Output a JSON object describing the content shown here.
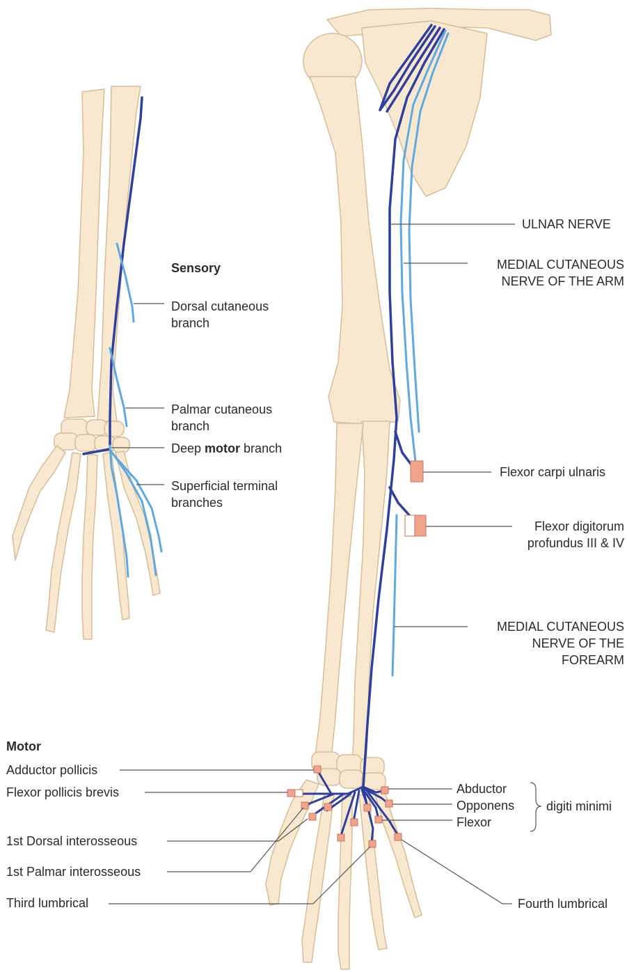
{
  "colors": {
    "bone": "#f8e8cf",
    "bone_edge": "#d8bd96",
    "nerve_dark": "#2f3f9e",
    "nerve_light": "#5fa8e0",
    "muscle": "#f2a48a",
    "leader": "#555555"
  },
  "sensory": {
    "heading": "Sensory",
    "dorsal": [
      "Dorsal cutaneous",
      "branch"
    ],
    "palmar": [
      "Palmar cutaneous",
      "branch"
    ],
    "deep_pre": "Deep ",
    "deep_bold": "motor",
    "deep_post": " branch",
    "superficial": [
      "Superficial terminal",
      "branches"
    ]
  },
  "nerves": {
    "ulnar": "ULNAR NERVE",
    "mcn_arm": [
      "MEDIAL CUTANEOUS",
      "NERVE OF THE ARM"
    ],
    "mcn_forearm": [
      "MEDIAL CUTANEOUS",
      "NERVE OF THE",
      "FOREARM"
    ]
  },
  "forearm_muscles": {
    "fcu": "Flexor carpi ulnaris",
    "fdp": [
      "Flexor digitorum",
      "profundus III & IV"
    ]
  },
  "motor": {
    "heading": "Motor",
    "adductor_pollicis": "Adductor pollicis",
    "fpb": "Flexor pollicis brevis",
    "dorsal_interosseous": "1st Dorsal interosseous",
    "palmar_interosseous": "1st Palmar interosseous",
    "third_lumbrical": "Third lumbrical",
    "fourth_lumbrical": "Fourth lumbrical",
    "abductor": "Abductor",
    "opponens": "Opponens",
    "flexor": "Flexor",
    "digiti_minimi": "digiti minimi"
  }
}
